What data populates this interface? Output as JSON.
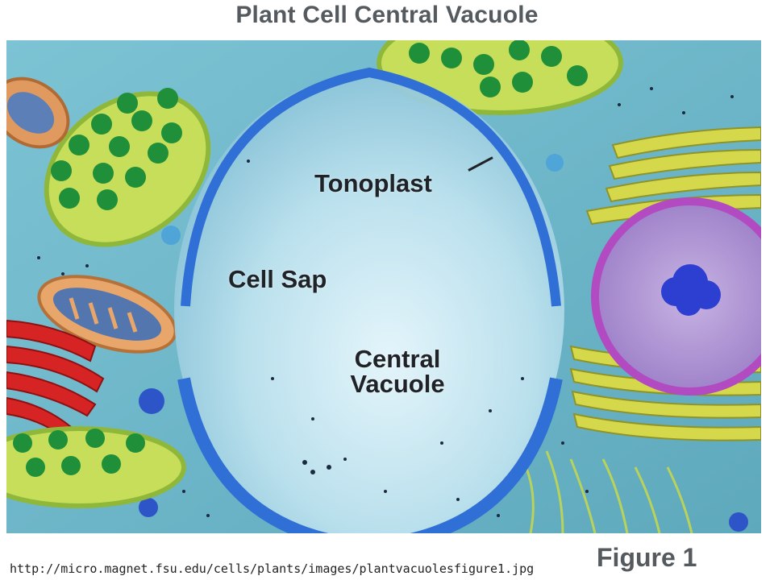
{
  "title": "Plant Cell Central Vacuole",
  "labels": {
    "tonoplast": "Tonoplast",
    "cell_sap": "Cell Sap",
    "central_vacuole_line1": "Central",
    "central_vacuole_line2": "Vacuole"
  },
  "source_url": "http://micro.magnet.fsu.edu/cells/plants/images/plantvacuolesfigure1.jpg",
  "figure_label": "Figure 1",
  "colors": {
    "cytoplasm": "#6fb9c9",
    "vacuole": "#bfe6f2",
    "tonoplast": "#2f6fd6",
    "chloroplast": "#c6de5a",
    "thylakoid": "#1f8f3a",
    "golgi": "#d9d94a",
    "nucleus": "#a673c9",
    "er": "#d62424"
  }
}
